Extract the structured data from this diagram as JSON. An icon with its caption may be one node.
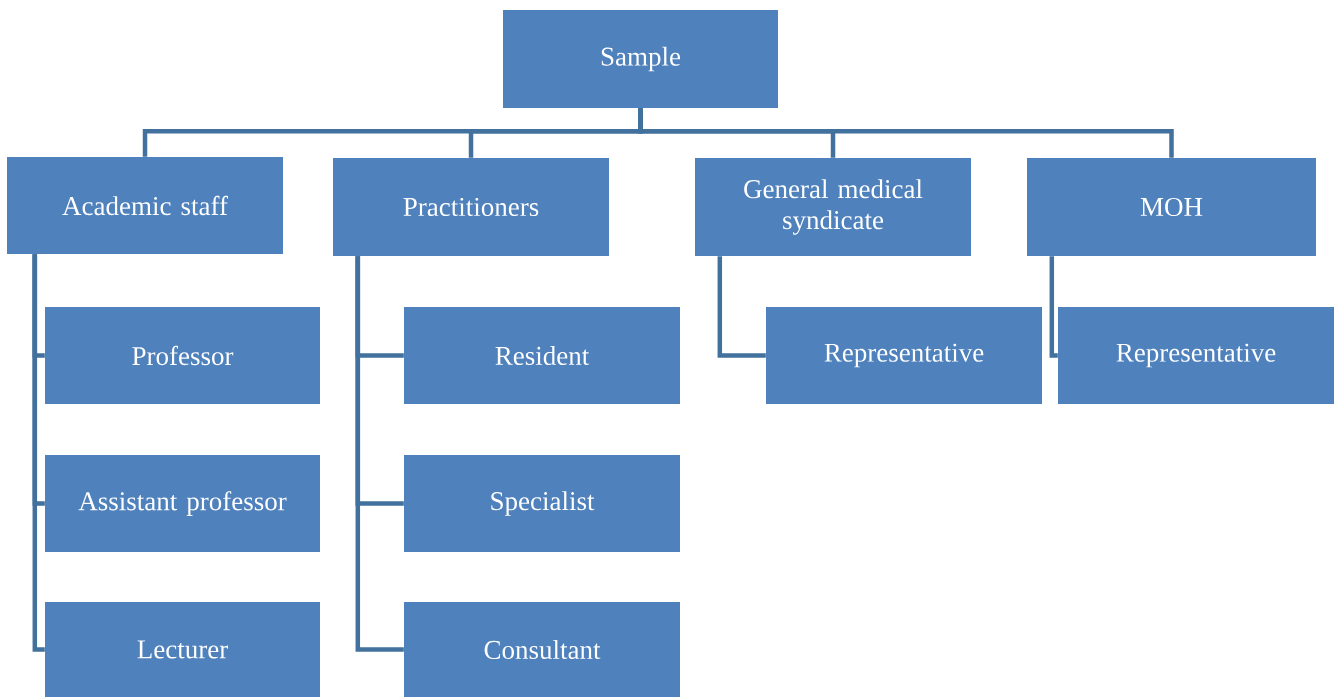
{
  "diagram": {
    "nodes": [
      {
        "text": [
          "Sample"
        ]
      },
      {
        "text": [
          "Academic staff"
        ]
      },
      {
        "text": [
          "Practitioners"
        ]
      },
      {
        "text": [
          "General medical syndicate"
        ]
      },
      {
        "text": [
          "MOH"
        ]
      },
      {
        "text": [
          "Professor"
        ]
      },
      {
        "text": [
          "Assistant professor"
        ]
      },
      {
        "text": [
          "Lecturer"
        ]
      },
      {
        "text": [
          "Resident"
        ]
      },
      {
        "text": [
          "Specialist"
        ]
      },
      {
        "text": [
          "Consultant"
        ]
      },
      {
        "text": [
          "Representative"
        ]
      },
      {
        "text": [
          "Representative"
        ]
      }
    ],
    "edges": [
      {
        "from": 0,
        "to": 1,
        "arrow": "none"
      },
      {
        "from": 0,
        "to": 2,
        "arrow": "none"
      },
      {
        "from": 0,
        "to": 3,
        "arrow": "none"
      },
      {
        "from": 0,
        "to": 4,
        "arrow": "none"
      },
      {
        "from": 1,
        "to": 5,
        "arrow": "none"
      },
      {
        "from": 1,
        "to": 6,
        "arrow": "none"
      },
      {
        "from": 1,
        "to": 7,
        "arrow": "none"
      },
      {
        "from": 2,
        "to": 8,
        "arrow": "none"
      },
      {
        "from": 2,
        "to": 9,
        "arrow": "none"
      },
      {
        "from": 2,
        "to": 10,
        "arrow": "none"
      },
      {
        "from": 3,
        "to": 11,
        "arrow": "none"
      },
      {
        "from": 4,
        "to": 12,
        "arrow": "none"
      }
    ]
  }
}
